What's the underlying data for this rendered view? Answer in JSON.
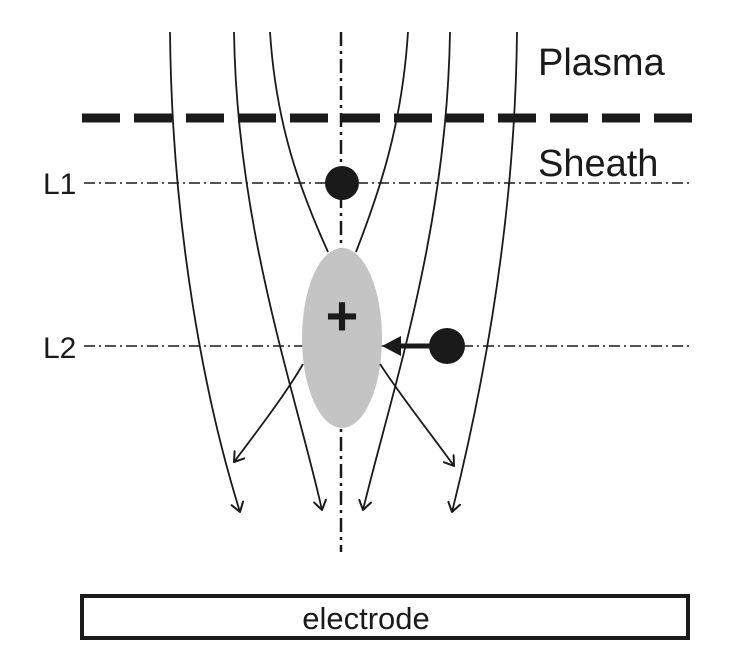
{
  "labels": {
    "plasma": "Plasma",
    "sheath": "Sheath",
    "level_1": "L1",
    "level_2": "L2",
    "electrode": "electrode",
    "ion_charge": "+"
  },
  "colors": {
    "ink": "#1a1a1a",
    "ion_cloud": "#c4c4c4"
  },
  "icons": {
    "particle": "filled-circle",
    "positive_ion": "plus-sign"
  }
}
